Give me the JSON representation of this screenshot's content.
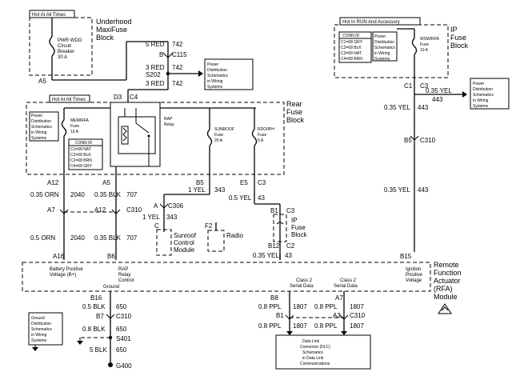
{
  "title_boxes": {
    "hot_at_all_times_top": "Hot At All Times",
    "hot_at_all_times_rear": "Hot At All Times",
    "hot_in_run": "Hot In RUN And Accessory"
  },
  "underhood": {
    "block_label_1": "Underhood",
    "block_label_2": "MaxiFuse",
    "block_label_3": "Block",
    "fuse_1": "PWR WDO",
    "fuse_2": "Circuit",
    "fuse_3": "Breaker",
    "fuse_4": "30 A",
    "pin": "A5"
  },
  "c115": {
    "wire_top": "5 RED",
    "wire_top_circuit": "742",
    "pin": "B",
    "conn": "C115",
    "wire_mid": "3 RED",
    "wire_mid_circuit": "742",
    "splice": "S202",
    "wire_low": "3 RED",
    "wire_low_circuit": "742",
    "pd_1": "Power",
    "pd_2": "Distribution",
    "pd_3": "Schematics",
    "pd_4": "in Wiring",
    "pd_5": "Systems"
  },
  "ip_fuse": {
    "block_1": "IP",
    "block_2": "Fuse",
    "block_3": "Block",
    "fuse_1": "WSW/RFA",
    "fuse_2": "Fuse",
    "fuse_3": "10 A",
    "conn_id_title": "CONN ID",
    "conn_id_1": "C1=68 GRY",
    "conn_id_2": "C2=68 BLK",
    "conn_id_3": "C3=68 NAT",
    "conn_id_4": "C4=68 BRN",
    "pd_1": "Power",
    "pd_2": "Distribution",
    "pd_3": "Schematics",
    "pd_4": "in Wiring",
    "pd_5": "Systems",
    "pin_c1": "C1",
    "pin_c3": "C3",
    "wire_right": "0.35 YEL",
    "wire_right_circuit": "443",
    "pd_right_1": "Power",
    "pd_right_2": "Distribution",
    "pd_right_3": "Schematics",
    "pd_right_4": "in Wiring",
    "pd_right_5": "Systems",
    "wire_down": "0.35 YEL",
    "wire_down_circuit": "443",
    "pin_b5": "B5",
    "conn_c310": "C310",
    "wire_down2": "0.35 YEL",
    "wire_down2_circuit": "443"
  },
  "rear_fuse": {
    "block_1": "Rear",
    "block_2": "Fuse",
    "block_3": "Block",
    "pin_d3": "D3",
    "pin_c4": "C4",
    "pd_1": "Power",
    "pd_2": "Distribution",
    "pd_3": "Schematics",
    "pd_4": "in Wiring",
    "pd_5": "Systems",
    "mem_1": "MEM/RFA",
    "mem_2": "Fuse",
    "mem_3": "10 A",
    "conn_id_title": "CONN ID",
    "conn_id_1": "C1=68 NAT",
    "conn_id_2": "C2=68 BLK",
    "conn_id_3": "C2=68 BRN",
    "conn_id_4": "C4=68 GRY",
    "rap_1": "RAP",
    "rap_2": "Relay",
    "sunroof_1": "SUNROOF",
    "sunroof_2": "Fuse",
    "sunroof_3": "20 A",
    "rdo_1": "RDO/IPH",
    "rdo_2": "Fuse",
    "rdo_3": "5 A",
    "pin_a12": "A12",
    "pin_a5": "A5",
    "pin_b5": "B5",
    "pin_e5": "E5",
    "pin_c3": "C3"
  },
  "wires": {
    "w1_gauge": "0.35 ORN",
    "w1_circuit": "2040",
    "w2_gauge": "0.35 BLK",
    "w2_circuit": "707",
    "yel_1": "1 YEL",
    "yel_1_circuit": "343",
    "yel_05": "0.5 YEL",
    "yel_05_circuit": "43",
    "pin_a7": "A7",
    "pin_a12": "A12",
    "conn_c310": "C310",
    "pin_a": "A",
    "conn_c306": "C306",
    "yel_2": "1 YEL",
    "yel_2_circuit": "343",
    "pin_c": "C",
    "w3_gauge": "0.5 ORN",
    "w3_circuit": "2040",
    "w4_gauge": "0.35 BLK",
    "w4_circuit": "707",
    "sunroof_mod_1": "Sunroof",
    "sunroof_mod_2": "Control",
    "sunroof_mod_3": "Module",
    "pin_f2": "F2",
    "radio": "Radio",
    "pin_b1": "B1",
    "pin_c3": "C3",
    "ipfb_1": "IP",
    "ipfb_2": "Fuse",
    "ipfb_3": "Block",
    "pin_b12": "B12",
    "pin_c2": "C2",
    "yel_035": "0.35 YEL",
    "yel_035_circuit": "43"
  },
  "rfa": {
    "pin_a16": "A16",
    "pin_b6": "B6",
    "pin_b15": "B15",
    "label_1": "Remote",
    "label_2": "Function",
    "label_3": "Actuator",
    "label_4": "(RFA)",
    "label_5": "Module",
    "batt_1": "Battery Positive",
    "batt_2": "Voltage (B+)",
    "rap_1": "RAP",
    "rap_2": "Relay",
    "rap_3": "Control",
    "ign_1": "Ignition",
    "ign_2": "Positive",
    "ign_3": "Voltage",
    "ground": "Ground",
    "cls2a_1": "Class 2",
    "cls2a_2": "Serial Data",
    "cls2b_1": "Class 2",
    "cls2b_2": "Serial Data"
  },
  "ground": {
    "pin_b16": "B16",
    "w1_gauge": "0.5 BLK",
    "w1_circuit": "650",
    "pin_b7": "B7",
    "conn": "C310",
    "w2_gauge": "0.8 BLK",
    "w2_circuit": "650",
    "splice": "S401",
    "w3_gauge": "5 BLK",
    "w3_circuit": "650",
    "ground_pt": "G400",
    "gd_1": "Ground",
    "gd_2": "Distribution",
    "gd_3": "Schematics",
    "gd_4": "in Wiring",
    "gd_5": "Systems"
  },
  "data": {
    "pin_b8": "B8",
    "pin_a7": "A7",
    "w1_gauge": "0.8 PPL",
    "w1_circuit": "1807",
    "w2_gauge": "0.8 PPL",
    "w2_circuit": "1807",
    "pin_b1": "B1",
    "pin_a3": "A3",
    "conn": "C310",
    "w3_gauge": "0.8 PPL",
    "w3_circuit": "1807",
    "w4_gauge": "0.8 PPL",
    "w4_circuit": "1807",
    "dlc_1": "Data Link",
    "dlc_2": "Connector (DLC)",
    "dlc_3": "Schematics",
    "dlc_4": "in Data Link",
    "dlc_5": "Communications"
  }
}
